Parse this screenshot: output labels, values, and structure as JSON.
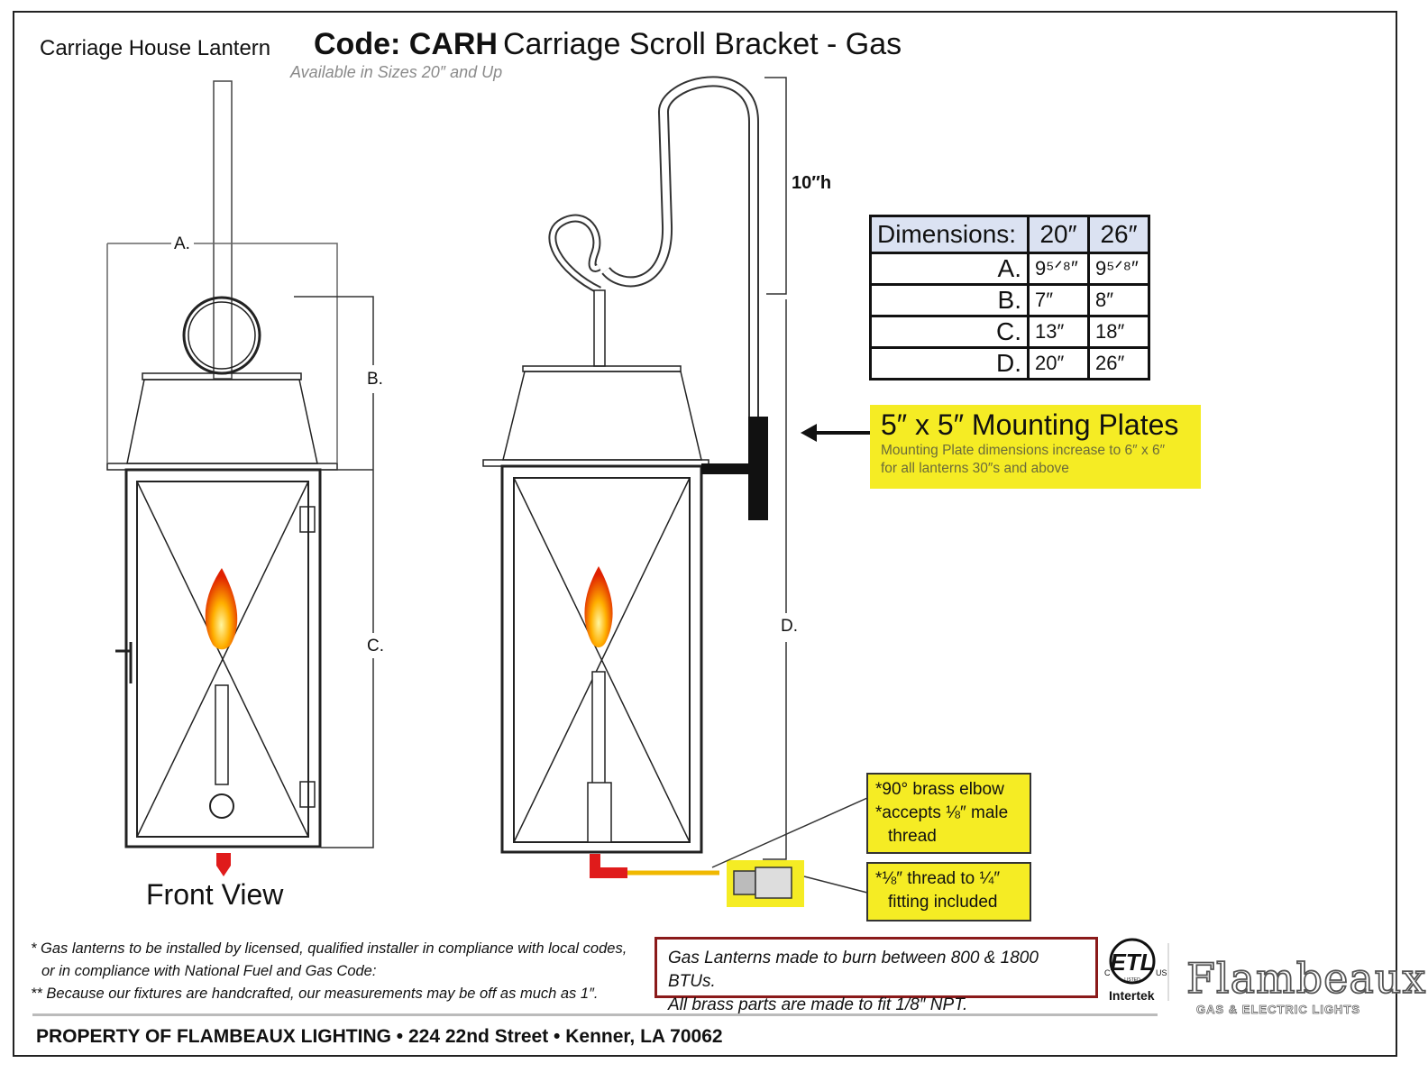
{
  "header": {
    "product": "Carriage House Lantern",
    "code": "Code: CARH",
    "title": "Carriage Scroll Bracket - Gas",
    "availability": "Available in Sizes 20″ and Up"
  },
  "drawing": {
    "labels": {
      "a": "A.",
      "b": "B.",
      "c": "C.",
      "d": "D.",
      "height": "10″h"
    },
    "front_view": "Front View"
  },
  "dimensions_table": {
    "header": {
      "label": "Dimensions:",
      "size1": "20″",
      "size2": "26″"
    },
    "rows": [
      {
        "label": "A.",
        "size1": "9⁵ᐟ⁸″",
        "size2": "9⁵ᐟ⁸″"
      },
      {
        "label": "B.",
        "size1": "7″",
        "size2": "8″"
      },
      {
        "label": "C.",
        "size1": "13″",
        "size2": "18″"
      },
      {
        "label": "D.",
        "size1": "20″",
        "size2": "26″"
      }
    ]
  },
  "callouts": {
    "mounting_title": "5″ x 5″ Mounting Plates",
    "mounting_note_1": "Mounting Plate dimensions increase to 6″ x 6″",
    "mounting_note_2": "for all lanterns 30″s and above",
    "elbow_1": "*90° brass elbow",
    "elbow_2": "*accepts ⅛″ male",
    "elbow_3": "thread",
    "fitting_1": "*⅛″ thread to ¼″",
    "fitting_2": "fitting included"
  },
  "notes": {
    "line1": "* Gas lanterns to be installed by licensed, qualified installer in compliance with local codes,",
    "line2": "or in compliance with National Fuel and Gas Code:",
    "line3": "** Because our fixtures are handcrafted, our measurements may be off as much as 1″."
  },
  "btu": {
    "line1": "Gas Lanterns made to burn between 800 & 1800 BTUs.",
    "line2": "All brass parts are made to fit 1/8″ NPT."
  },
  "cert": {
    "etl": "ETL",
    "c": "C",
    "us": "US",
    "listed": "LISTED",
    "intertek": "Intertek"
  },
  "brand": {
    "name": "Flambeaux",
    "sub": "GAS & ELECTRIC LIGHTS"
  },
  "footer": "PROPERTY OF FLAMBEAUX LIGHTING • 224 22nd Street • Kenner, LA 70062",
  "colors": {
    "callout": "#f5ec24",
    "table_header": "#dbe2f2",
    "btu_border": "#8a1a1a",
    "gas_line": "#f0b800",
    "elbow": "#e01b1b"
  }
}
